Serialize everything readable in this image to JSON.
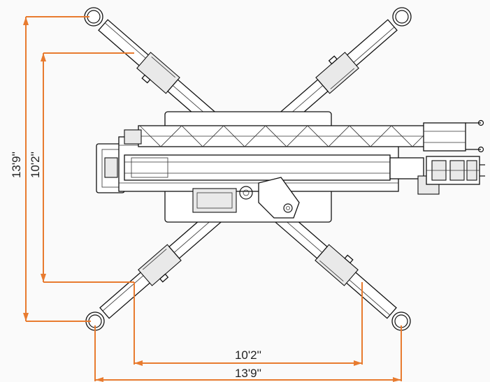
{
  "dimensions": {
    "outer_width": "13'9''",
    "inner_width": "10'2''",
    "outer_height": "13'9''",
    "inner_height": "10'2''"
  },
  "colors": {
    "dimension_line": "#e87b2f",
    "drawing_line": "#111111",
    "background": "#fafafa"
  }
}
